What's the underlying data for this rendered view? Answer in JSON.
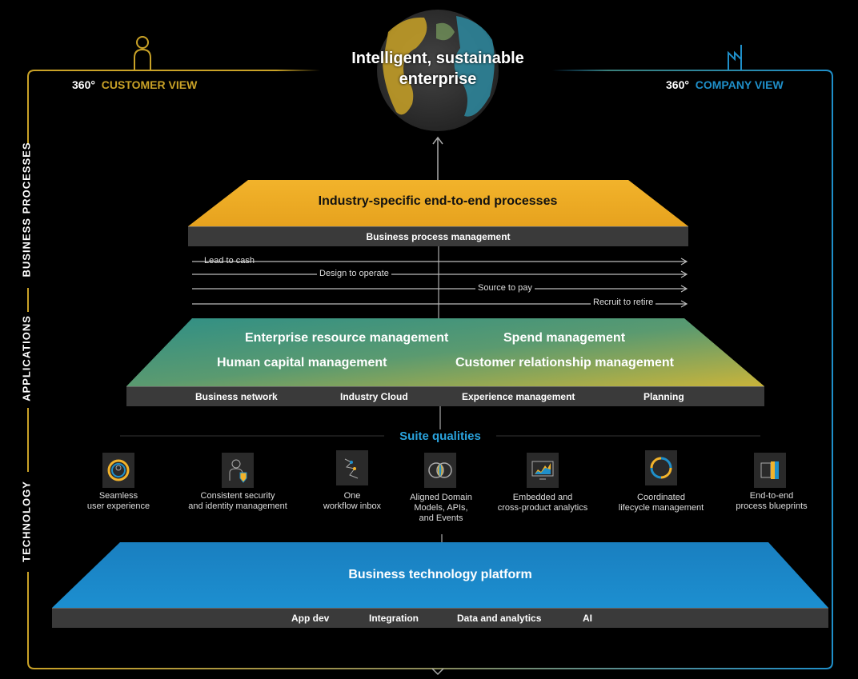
{
  "header": {
    "title_line1": "Intelligent, sustainable",
    "title_line2": "enterprise",
    "customer_view": {
      "prefix": "360°",
      "label": "CUSTOMER VIEW"
    },
    "company_view": {
      "prefix": "360°",
      "label": "COMPANY VIEW"
    }
  },
  "side_labels": [
    "BUSINESS PROCESSES",
    "APPLICATIONS",
    "TECHNOLOGY"
  ],
  "processes": {
    "layer_title": "Industry-specific end-to-end processes",
    "bar_label": "Business process management",
    "flows": [
      "Lead to cash",
      "Design to operate",
      "Source to pay",
      "Recruit to retire"
    ]
  },
  "applications": {
    "items": [
      "Enterprise resource management",
      "Spend management",
      "Human capital management",
      "Customer relationship management"
    ],
    "bar_items": [
      "Business network",
      "Industry Cloud",
      "Experience management",
      "Planning"
    ]
  },
  "suite_qualities": {
    "title": "Suite qualities",
    "items": [
      {
        "icon": "user-experience-icon",
        "line1": "Seamless",
        "line2": "user experience"
      },
      {
        "icon": "security-shield-icon",
        "line1": "Consistent security",
        "line2": "and identity management"
      },
      {
        "icon": "workflow-inbox-icon",
        "line1": "One",
        "line2": "workflow inbox"
      },
      {
        "icon": "domain-models-icon",
        "line1": "Aligned Domain",
        "line2": "Models, APIs,",
        "line3": "and Events"
      },
      {
        "icon": "analytics-monitor-icon",
        "line1": "Embedded and",
        "line2": "cross-product analytics"
      },
      {
        "icon": "lifecycle-cycle-icon",
        "line1": "Coordinated",
        "line2": "lifecycle management"
      },
      {
        "icon": "process-blueprint-icon",
        "line1": "End-to-end",
        "line2": "process blueprints"
      }
    ]
  },
  "technology": {
    "layer_title": "Business technology platform",
    "bar_items": [
      "App dev",
      "Integration",
      "Data and analytics",
      "AI"
    ]
  },
  "colors": {
    "gold": "#c9a227",
    "blue": "#1f8fc9",
    "suite_blue": "#2aa3dd"
  }
}
